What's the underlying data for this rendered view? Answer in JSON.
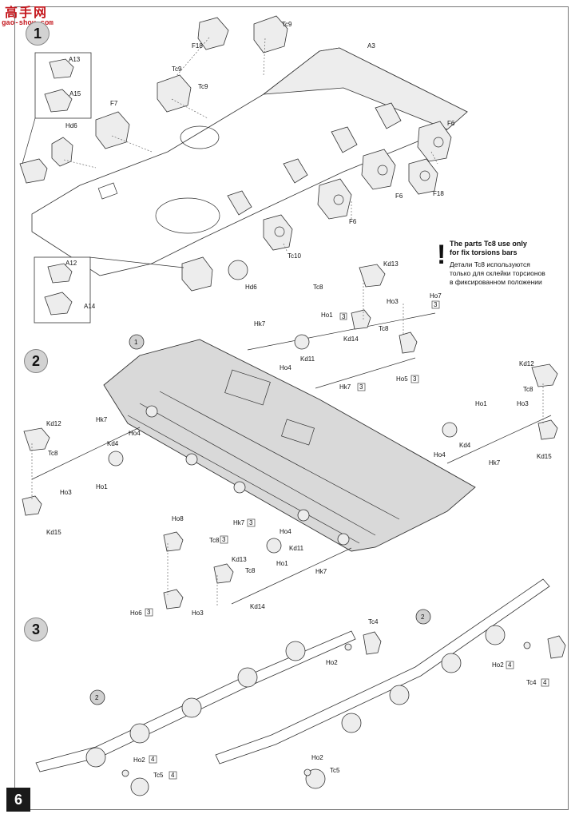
{
  "watermark": {
    "top": "高手网",
    "bottom": "gao-shou.com"
  },
  "page_number": "6",
  "steps": [
    {
      "label": "1"
    },
    {
      "label": "2"
    },
    {
      "label": "3"
    }
  ],
  "note": {
    "mark": "!",
    "english": "The parts Tc8 use only\nfor fix torsions bars",
    "russian": "Детали Tc8 используются\nтолько для склейки торсионов\nв фиксированном положении"
  },
  "labels": {
    "tc9": "Tc9",
    "f18": "F18",
    "a3": "A3",
    "a13": "A13",
    "a15": "A15",
    "f7": "F7",
    "hd6": "Hd6",
    "f6": "F6",
    "tc10": "Tc10",
    "a12": "A12",
    "a14": "A14",
    "kd13": "Kd13",
    "tc8": "Tc8",
    "ho3": "Ho3",
    "ho7": "Ho7",
    "hk7": "Hk7",
    "ho1": "Ho1",
    "kd14": "Kd14",
    "kd11": "Kd11",
    "ho4": "Ho4",
    "ho5": "Ho5",
    "kd12": "Kd12",
    "kd4": "Kd4",
    "kd15": "Kd15",
    "ho8": "Ho8",
    "ho6": "Ho6",
    "tc4": "Tc4",
    "ho2": "Ho2",
    "tc5": "Tc5",
    "ref1": "1",
    "ref2": "2"
  },
  "quantities": {
    "q3": "3",
    "q4": "4"
  }
}
